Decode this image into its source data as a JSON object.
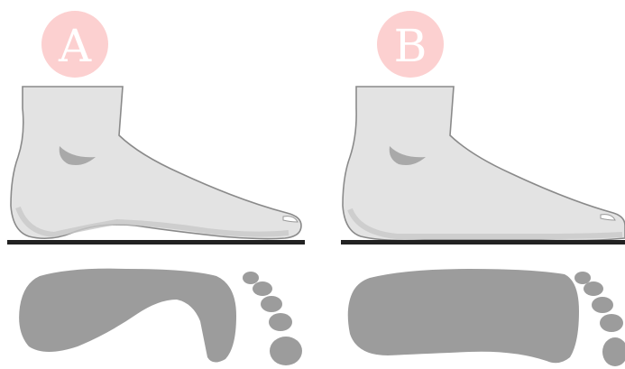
{
  "panels": [
    {
      "id": "A",
      "label": "A",
      "arch": "high"
    },
    {
      "id": "B",
      "label": "B",
      "arch": "flat"
    }
  ],
  "colors": {
    "badge": "#fcd0d0",
    "badge_text": "#ffffff",
    "foot_fill": "#e3e3e3",
    "foot_stroke": "#8a8a8a",
    "footprint": "#9c9c9c",
    "ground": "#222222"
  }
}
